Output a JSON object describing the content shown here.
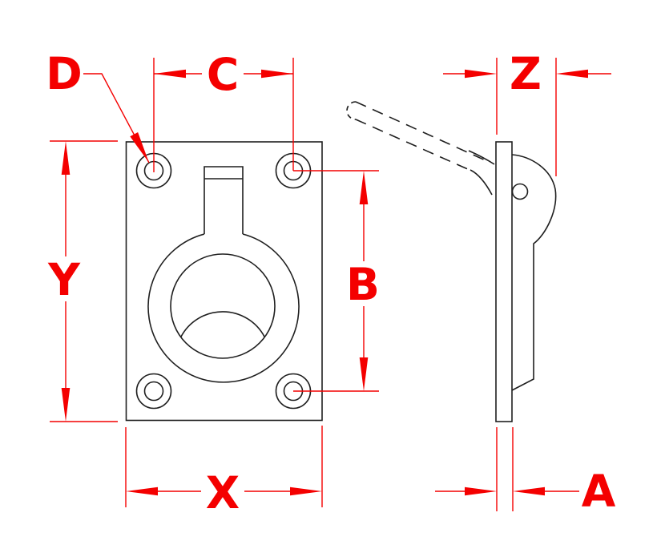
{
  "drawing": {
    "kind": "technical-dimension-drawing",
    "views": [
      "front-view",
      "side-view"
    ]
  },
  "colors": {
    "dimension_red": "#f40000",
    "outline_black": "#1f1f1f",
    "background": "#ffffff"
  },
  "dimensions": {
    "d": "D",
    "c": "C",
    "z": "Z",
    "y": "Y",
    "b": "B",
    "x": "X",
    "a": "A"
  }
}
